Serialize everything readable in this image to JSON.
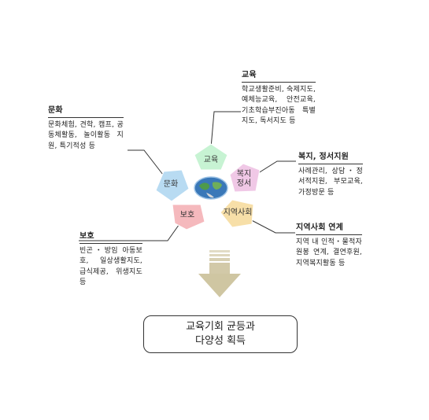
{
  "center": {
    "nodes": [
      {
        "label": "교육",
        "color": "#c7f3d3"
      },
      {
        "label": "복지\n정서",
        "color": "#f0c8e6"
      },
      {
        "label": "지역사회",
        "color": "#f7dfa8"
      },
      {
        "label": "보호",
        "color": "#f5b9bd"
      },
      {
        "label": "문화",
        "color": "#b8dbf2"
      }
    ]
  },
  "notes": {
    "education": {
      "title": "교육",
      "body": "학교생활준비, 숙제지도, 예체능교육, 안전교육, 기초학습부진아동 특별지도, 독서지도 등"
    },
    "culture": {
      "title": "문화",
      "body": "문화체험, 견학, 캠프, 공동체활동, 놀이활동 지원, 특기적성 등"
    },
    "welfare": {
      "title": "복지, 정서지원",
      "body": "사례관리, 상담・정서적지원, 부모교육, 가정방문 등"
    },
    "community": {
      "title": "지역사회 연계",
      "body": "지역 내 인적・물적자원봉 연계, 결연후원, 지역복지활동 등"
    },
    "protection": {
      "title": "보호",
      "body": "빈곤・방임 아동보호, 일상생활지도, 급식제공, 위생지도 등"
    }
  },
  "result": {
    "line1": "교육기회 균등과",
    "line2": "다양성 획득"
  }
}
